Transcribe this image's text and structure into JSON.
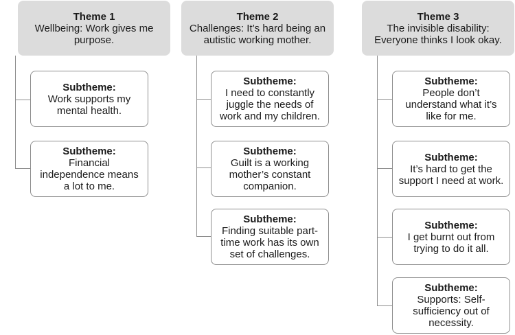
{
  "themes": [
    {
      "title": "Theme 1",
      "description": "Wellbeing: Work gives me purpose.",
      "subthemes": [
        {
          "label": "Subtheme:",
          "text": "Work supports my mental health."
        },
        {
          "label": "Subtheme:",
          "text": "Financial independence means a lot to me."
        }
      ]
    },
    {
      "title": "Theme 2",
      "description": "Challenges: It’s hard being an autistic working mother.",
      "subthemes": [
        {
          "label": "Subtheme:",
          "text": "I need to constantly juggle the needs of work and my children."
        },
        {
          "label": "Subtheme:",
          "text": "Guilt is a working mother’s constant companion."
        },
        {
          "label": "Subtheme:",
          "text": "Finding suitable part-time work has its own set of challenges."
        }
      ]
    },
    {
      "title": "Theme 3",
      "description": "The invisible disability: Everyone thinks I look okay.",
      "subthemes": [
        {
          "label": "Subtheme:",
          "text": "People don’t understand what it’s like for me."
        },
        {
          "label": "Subtheme:",
          "text": "It’s hard to get the support I need at work."
        },
        {
          "label": "Subtheme:",
          "text": "I get burnt out from trying to do it all."
        },
        {
          "label": "Subtheme:",
          "text": "Supports: Self-sufficiency out of necessity."
        }
      ]
    }
  ]
}
